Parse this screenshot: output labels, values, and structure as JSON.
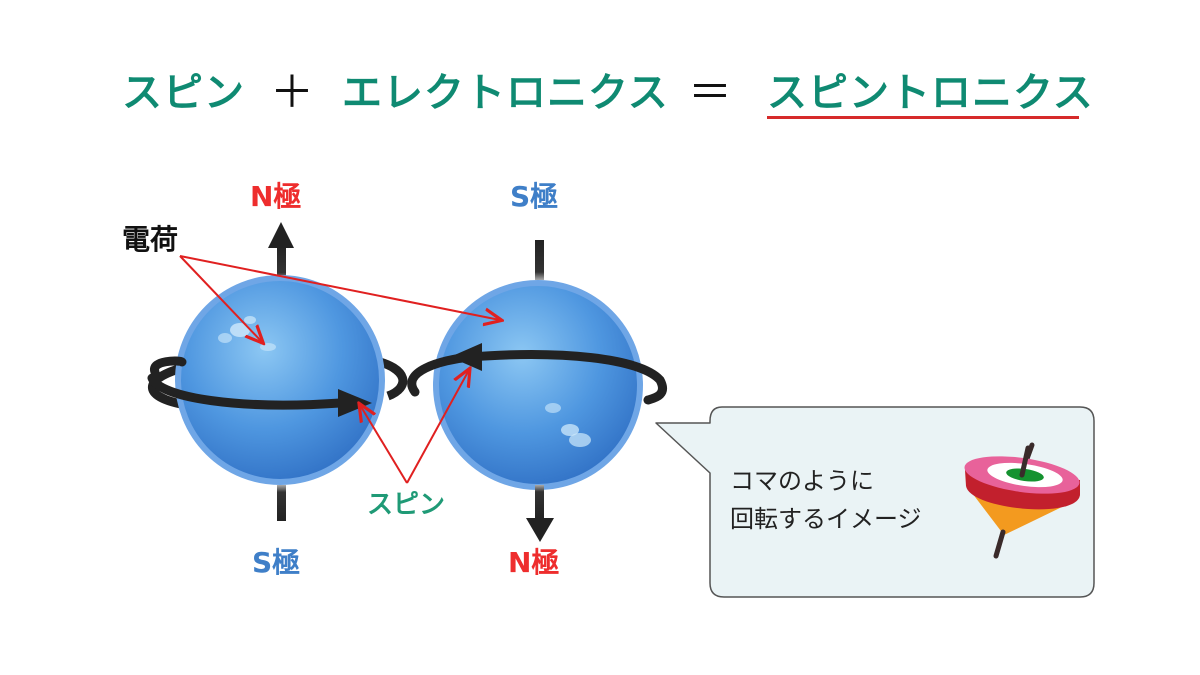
{
  "equation": {
    "term1": "スピン",
    "plus": "＋",
    "term2": "エレクトロニクス",
    "equals": "＝",
    "result": "スピントロニクス"
  },
  "left_particle": {
    "top_pole": "N極",
    "bottom_pole": "S極"
  },
  "right_particle": {
    "top_pole": "S極",
    "bottom_pole": "N極"
  },
  "labels": {
    "charge": "電荷",
    "spin": "スピン"
  },
  "bubble": {
    "line1": "コマのように",
    "line2": "回転するイメージ",
    "icon": "spinning-top-icon"
  },
  "colors": {
    "title_green": "#0f8a72",
    "spin_green": "#1f9a76",
    "n_pole_red": "#ee2d2d",
    "s_pole_blue": "#3f7fc8",
    "annotation_red": "#e02020",
    "underline_red": "#d62a2a",
    "sphere_blue": "#4a90dd",
    "bubble_bg": "#eaf3f5"
  }
}
